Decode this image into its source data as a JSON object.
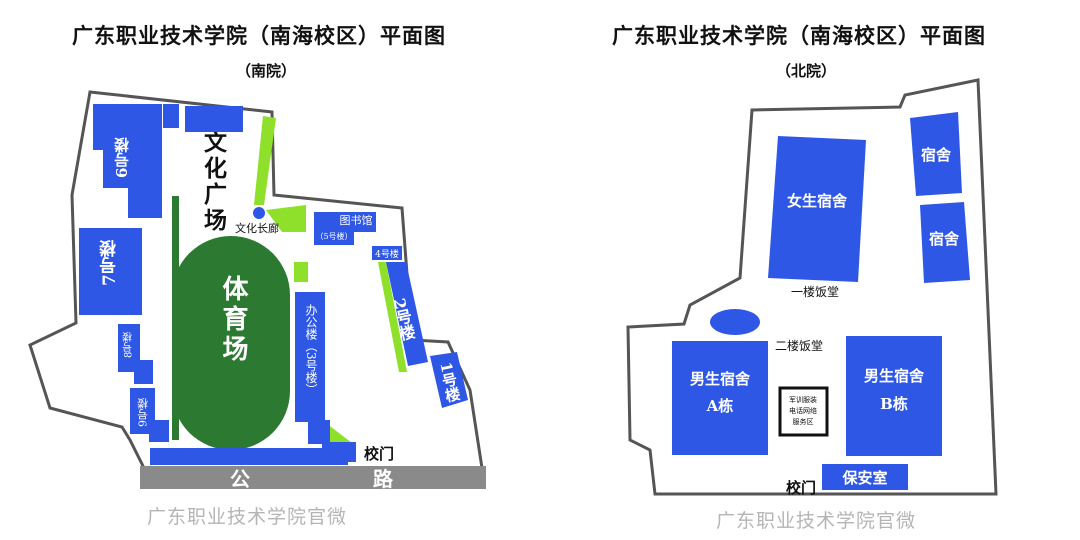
{
  "colors": {
    "building": "#2e57e6",
    "field": "#2c7a32",
    "green_strip": "#8ee02a",
    "road": "#8a8a8a",
    "outline": "#555555",
    "watermark": "#b5b5b5"
  },
  "left_map": {
    "title": "广东职业技术学院（南海校区）平面图",
    "subtitle": "（南院）",
    "labels": {
      "building_6": "6号楼",
      "building_7": "7号楼",
      "building_8": "8号楼",
      "building_9": "9号楼",
      "building_1": "1号楼",
      "building_2": "2号楼",
      "building_4": "4号楼",
      "library": "图书馆",
      "library_sub": "（5号楼）",
      "office": "办公楼（3号楼）",
      "stadium": "体育场",
      "culture_square": "文化广场",
      "corridor": "文化长廊",
      "gate": "校门",
      "road_left": "公",
      "road_right": "路"
    },
    "watermark": "广东职业技术学院官微"
  },
  "right_map": {
    "title": "广东职业技术学院（南海校区）平面图",
    "subtitle": "（北院）",
    "labels": {
      "female_dorm": "女生宿舍",
      "dorm_1": "宿舍",
      "dorm_2": "宿舍",
      "canteen_1": "一楼饭堂",
      "canteen_2": "二楼饭堂",
      "male_a_1": "男生宿舍",
      "male_a_2": "A栋",
      "male_b_1": "男生宿舍",
      "male_b_2": "B栋",
      "service_1": "军训服装",
      "service_2": "电话网络",
      "service_3": "服务区",
      "security": "保安室",
      "gate": "校门"
    },
    "watermark": "广东职业技术学院官微"
  }
}
